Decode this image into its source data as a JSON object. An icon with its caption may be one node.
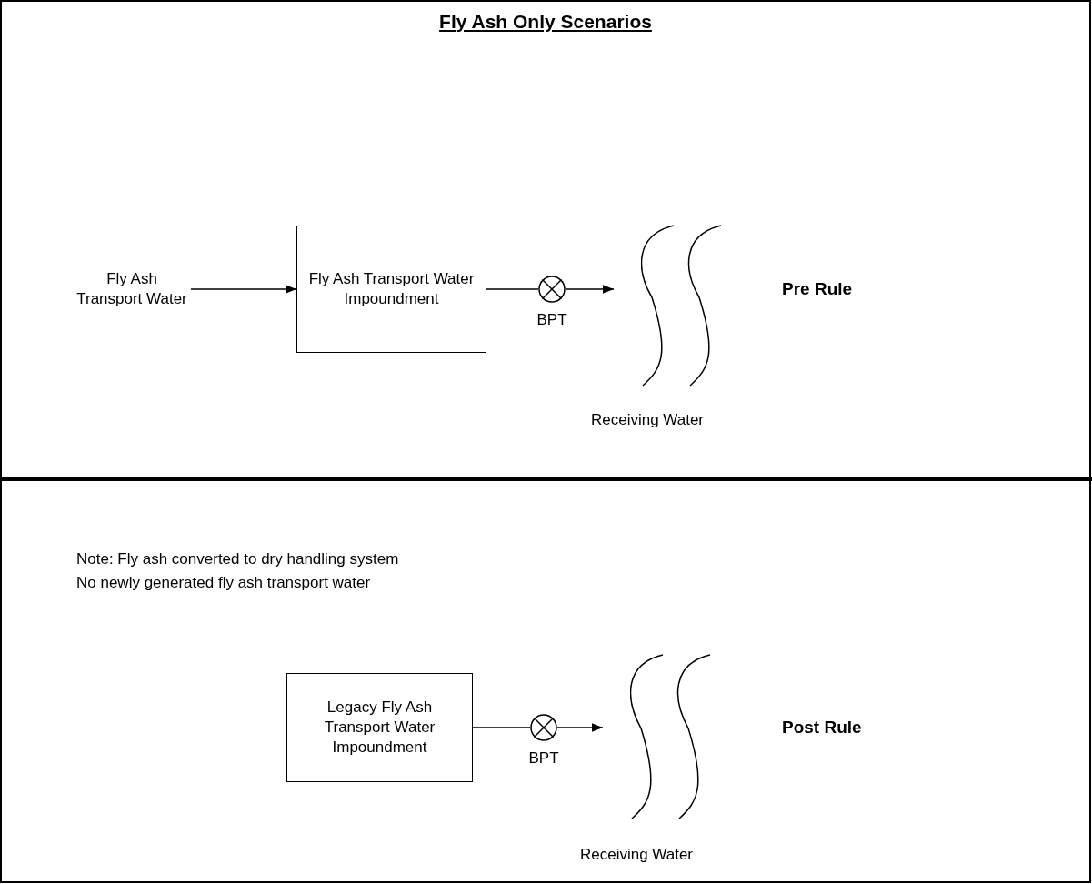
{
  "diagram": {
    "title": "Fly Ash Only Scenarios",
    "nodes": [
      {
        "text": [
          "Fly Ash Transport Water"
        ]
      },
      {
        "text": [
          "Fly Ash Transport Water Impoundment"
        ]
      },
      {
        "text": [],
        "shape": "circle",
        "beside": [
          "BPT"
        ]
      },
      {
        "text": [],
        "shape": "waves",
        "beside": [
          "Receiving Water"
        ]
      },
      {
        "text": [
          "Legacy Fly Ash Transport Water Impoundment"
        ]
      },
      {
        "text": [],
        "shape": "circle",
        "beside": [
          "BPT"
        ]
      },
      {
        "text": [],
        "shape": "waves",
        "beside": [
          "Receiving Water"
        ]
      }
    ],
    "edges": [
      {
        "from": 0,
        "to": 1,
        "arrow": "to"
      },
      {
        "from": 1,
        "to": 2,
        "arrow": "none"
      },
      {
        "from": 2,
        "to": 3,
        "arrow": "to"
      },
      {
        "from": 4,
        "to": 5,
        "arrow": "none"
      },
      {
        "from": 5,
        "to": 6,
        "arrow": "to"
      }
    ],
    "labels": [
      "Pre Rule",
      "Note: Fly ash converted to dry handling system",
      "No newly generated fly ash transport water",
      "Post Rule"
    ]
  }
}
